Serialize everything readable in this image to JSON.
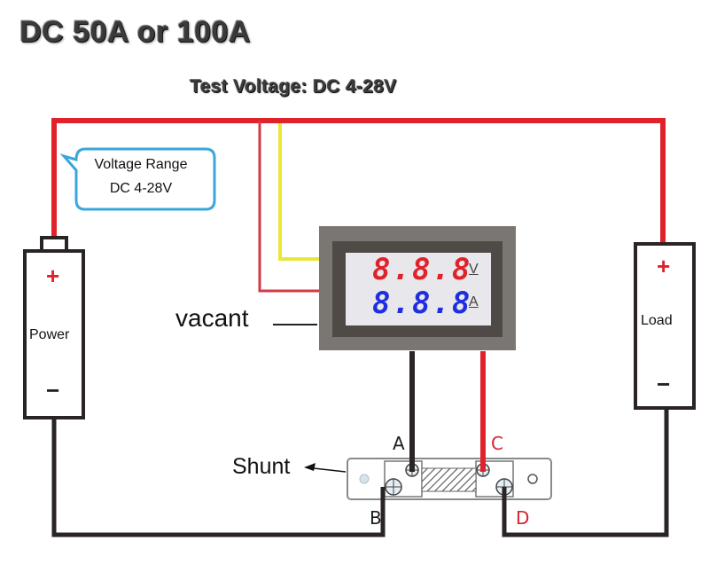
{
  "title": "DC 50A or 100A",
  "subtitle": "Test Voltage: DC 4-28V",
  "callout": {
    "line1": "Voltage Range",
    "line2": "DC 4-28V"
  },
  "meter": {
    "voltage_display": "8.8.8",
    "voltage_unit": "V",
    "current_display": "8.8.8",
    "current_unit": "A",
    "voltage_color": "#e0232b",
    "current_color": "#1f2ee0"
  },
  "labels": {
    "vacant": "vacant",
    "shunt": "Shunt",
    "power": "Power",
    "load": "Load",
    "power_plus": "+",
    "power_minus": "−",
    "load_plus": "+",
    "load_minus": "−"
  },
  "terminals": {
    "a": "A",
    "b": "B",
    "c": "C",
    "d": "D"
  },
  "colors": {
    "positive_wire": "#e0232b",
    "negative_wire": "#2a2424",
    "signal_wire": "#e8e83a",
    "callout_border": "#3aa6dc",
    "meter_body": "#7a7672"
  }
}
